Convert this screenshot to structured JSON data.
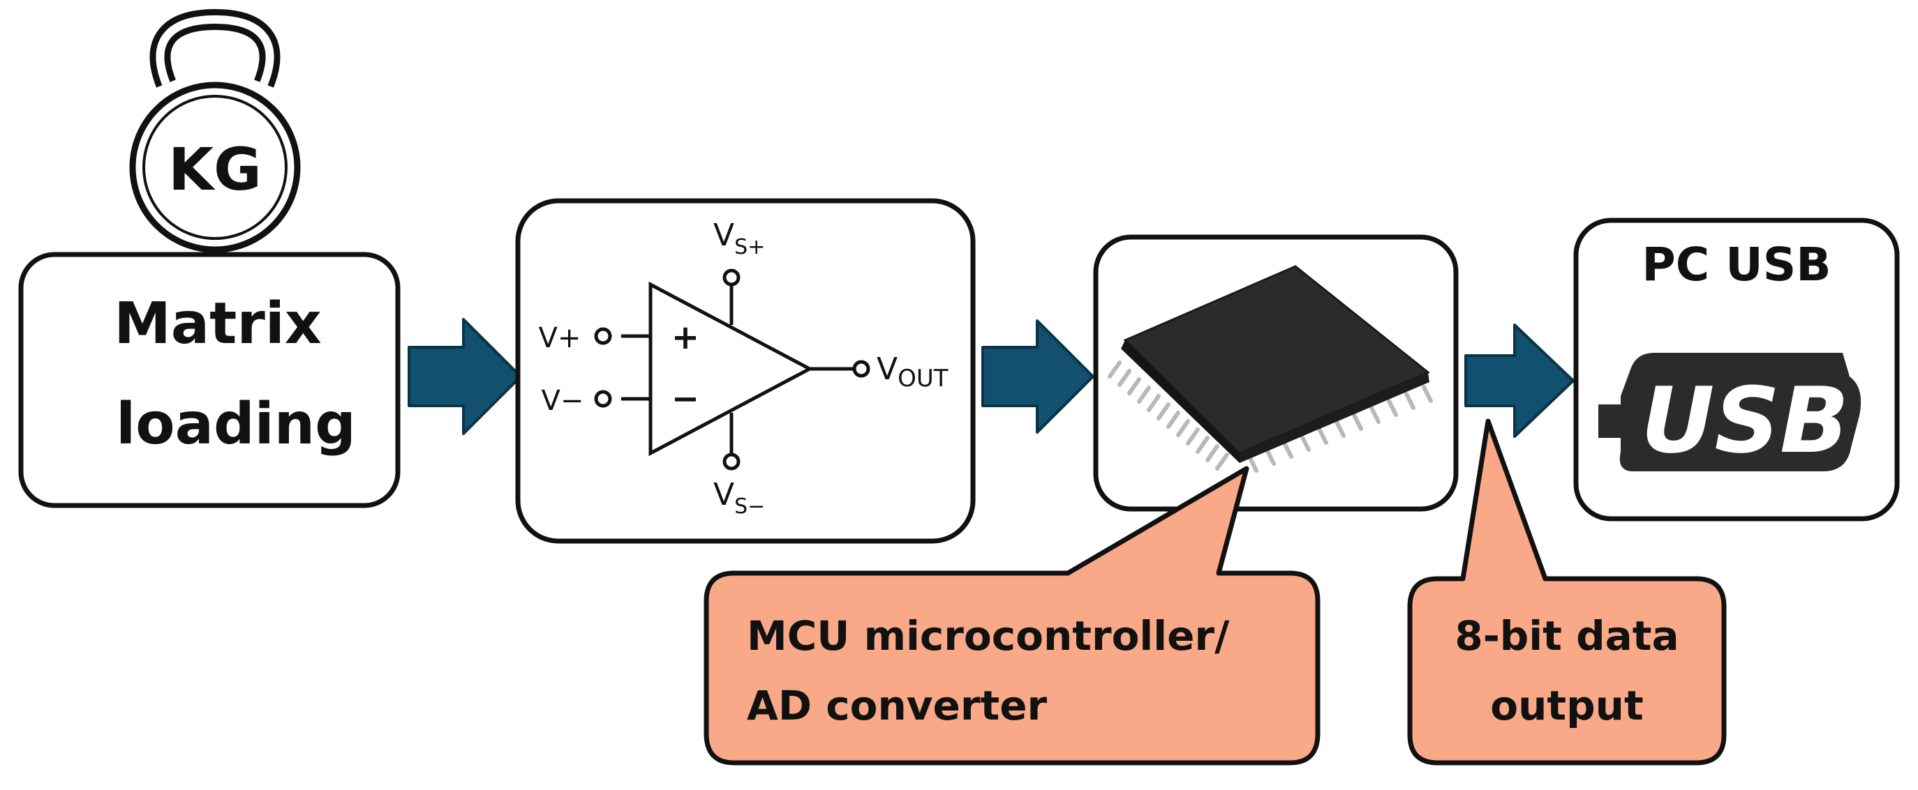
{
  "weight": {
    "label": "KG"
  },
  "input_box": {
    "line1": "Matrix",
    "line2": "loading"
  },
  "opamp": {
    "plus_input": "V+",
    "minus_input": "V−",
    "plus_sign": "+",
    "minus_sign": "−",
    "supply_pos": {
      "base": "V",
      "sub": "S+"
    },
    "supply_neg": {
      "base": "V",
      "sub": "S−"
    },
    "output": {
      "base": "V",
      "sub": "OUT"
    }
  },
  "pc_box": {
    "title": "PC USB",
    "logo_text": "USB"
  },
  "callouts": {
    "mcu": {
      "line1": "MCU microcontroller/",
      "line2": "AD converter"
    },
    "data": {
      "line1": "8-bit data",
      "line2": "output"
    }
  },
  "colors": {
    "arrow": "#11506e",
    "callout": "#f9a987",
    "chip": "#2b2b2b"
  }
}
